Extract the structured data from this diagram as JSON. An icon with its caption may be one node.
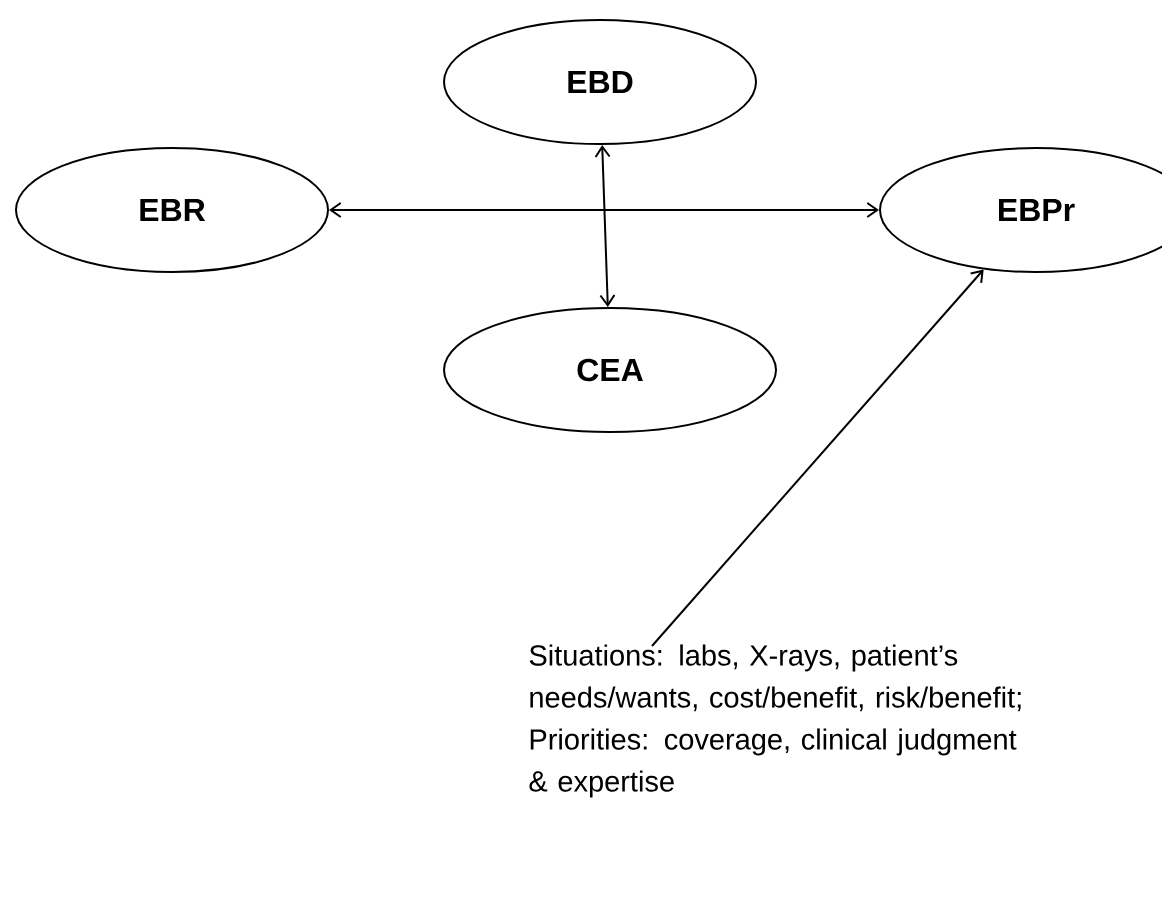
{
  "diagram": {
    "nodes": [
      {
        "text": [
          "EBD"
        ]
      },
      {
        "text": [
          "EBR"
        ]
      },
      {
        "text": [
          "EBPr"
        ]
      },
      {
        "text": [
          "CEA"
        ]
      },
      {
        "text": [
          "Situations: labs, X-rays, patient’s needs/wants, cost/benefit, risk/benefit; Priorities: coverage, clinical judgment & expertise"
        ]
      }
    ],
    "edges": [
      {
        "from": 1,
        "to": 2,
        "arrow": "both"
      },
      {
        "from": 0,
        "to": 3,
        "arrow": "both"
      },
      {
        "from": 4,
        "to": 2,
        "arrow": "to"
      }
    ]
  }
}
